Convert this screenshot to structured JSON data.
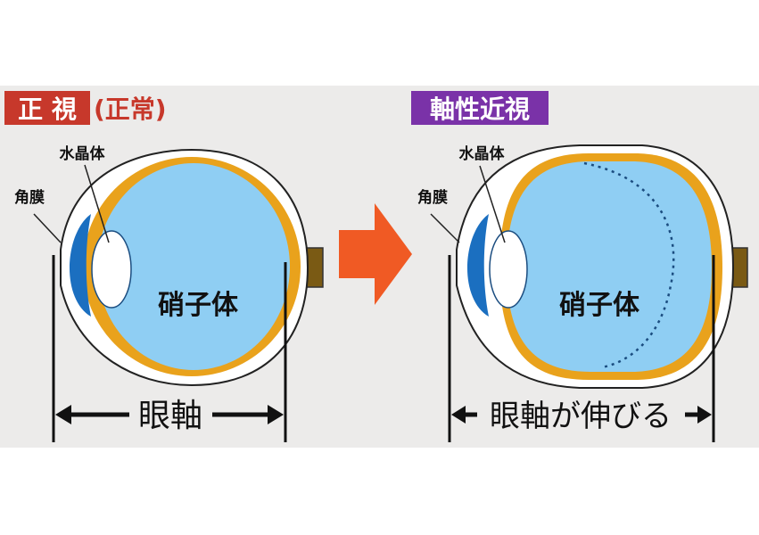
{
  "left": {
    "title": "正 視",
    "subtitle": "(正常)",
    "lens_label": "水晶体",
    "cornea_label": "角膜",
    "vitreous_label": "硝子体",
    "axis_label": "眼軸"
  },
  "right": {
    "title": "軸性近視",
    "lens_label": "水晶体",
    "cornea_label": "角膜",
    "vitreous_label": "硝子体",
    "axis_label": "眼軸が伸びる"
  },
  "colors": {
    "background": "#ecebea",
    "normal_badge": "#c7382b",
    "myopia_badge": "#7a32a8",
    "arrow": "#f05a24",
    "vitreous": "#8fcef3",
    "cornea": "#1b6fc0",
    "choroid": "#e9a21c",
    "nerve": "#7a5a14"
  }
}
